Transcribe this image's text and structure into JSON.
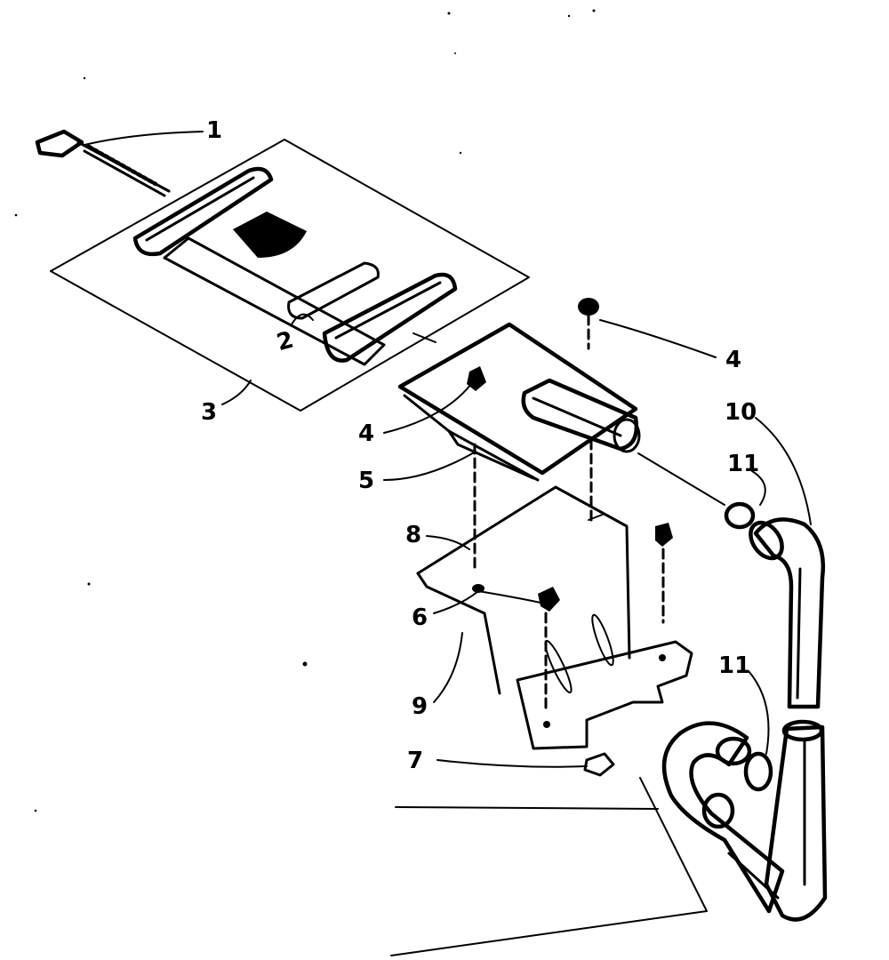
{
  "callouts": {
    "c1": "1",
    "c2": "2",
    "c3": "3",
    "c4a": "4",
    "c4b": "4",
    "c5": "5",
    "c6": "6",
    "c7": "7",
    "c8": "8",
    "c9": "9",
    "c10": "10",
    "c11a": "11",
    "c11b": "11"
  },
  "colors": {
    "ink": "#000000",
    "paper": "#ffffff"
  }
}
